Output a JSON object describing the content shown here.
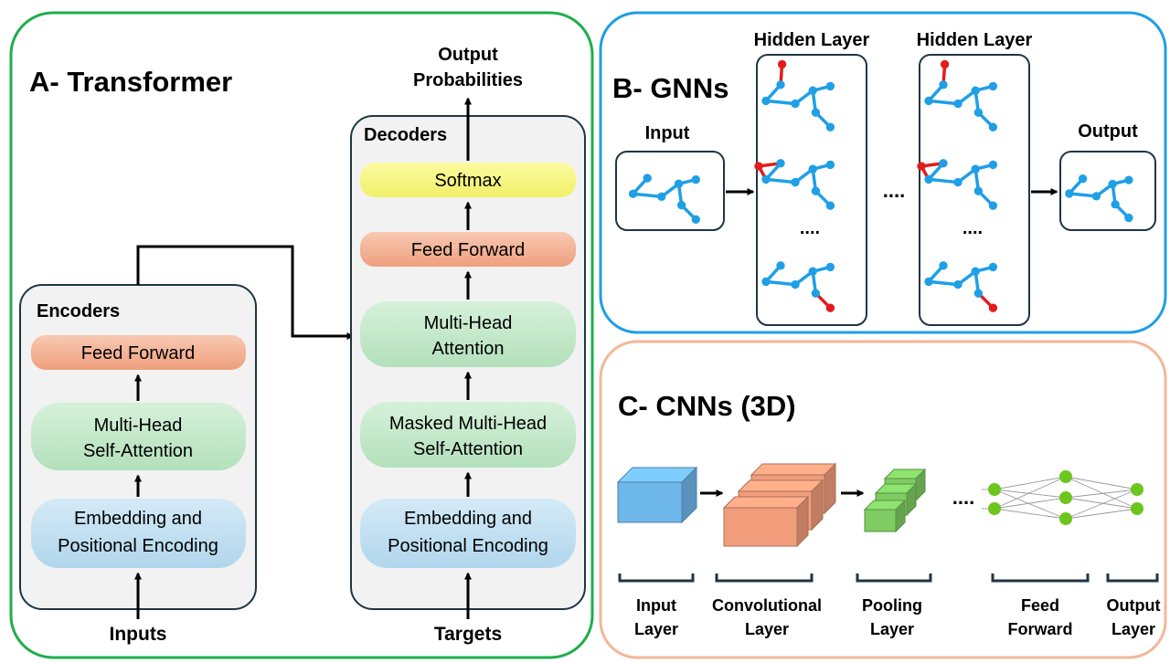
{
  "panel_a": {
    "title": "A- Transformer",
    "output_label_line1": "Output",
    "output_label_line2": "Probabilities",
    "encoders": {
      "title": "Encoders",
      "feed_forward": "Feed Forward",
      "attention_line1": "Multi-Head",
      "attention_line2": "Self-Attention",
      "embedding_line1": "Embedding and",
      "embedding_line2": "Positional Encoding",
      "input_label": "Inputs"
    },
    "decoders": {
      "title": "Decoders",
      "softmax": "Softmax",
      "feed_forward": "Feed Forward",
      "cross_attention_line1": "Multi-Head",
      "cross_attention_line2": "Attention",
      "masked_attention_line1": "Masked Multi-Head",
      "masked_attention_line2": "Self-Attention",
      "embedding_line1": "Embedding and",
      "embedding_line2": "Positional Encoding",
      "input_label": "Targets"
    }
  },
  "panel_b": {
    "title": "B- GNNs",
    "input_label": "Input",
    "hidden_label_1": "Hidden Layer",
    "hidden_label_2": "Hidden Layer",
    "output_label": "Output",
    "ellipsis": "....",
    "inner_ellipsis": "...."
  },
  "panel_c": {
    "title": "C- CNNs (3D)",
    "ellipsis": "....",
    "input_line1": "Input",
    "input_line2": "Layer",
    "conv_line1": "Convolutional",
    "conv_line2": "Layer",
    "pool_line1": "Pooling",
    "pool_line2": "Layer",
    "ff_line1": "Feed",
    "ff_line2": "Forward",
    "output_line1": "Output",
    "output_line2": "Layer"
  },
  "colors": {
    "transformer_border": "#1fae4c",
    "gnn_border": "#1e9fe6",
    "cnn_border": "#f2b899",
    "feed_forward": "#f0a888",
    "attention": "#bfe6c5",
    "embedding": "#bcdcef",
    "softmax": "#f6f57a",
    "gnn_node": "#1e9fe6",
    "gnn_highlight": "#e41b1b",
    "cnn_input": "#6fb8ec",
    "cnn_conv": "#f19d7c",
    "cnn_pool": "#7fcc62",
    "cnn_node": "#6cc61c"
  }
}
